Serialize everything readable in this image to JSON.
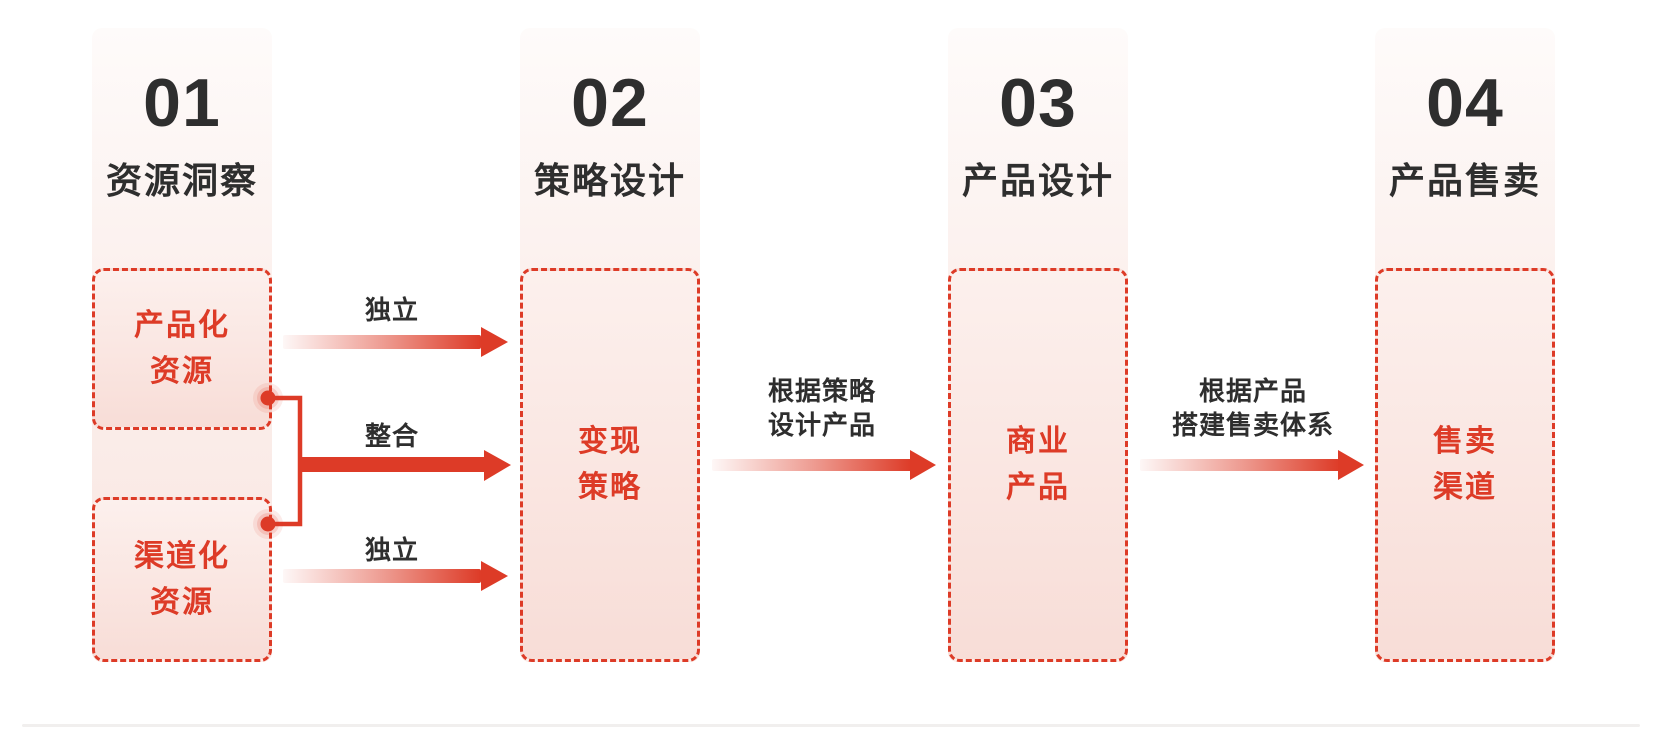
{
  "diagram": {
    "columns": [
      {
        "number": "01",
        "title": "资源洞察"
      },
      {
        "number": "02",
        "title": "策略设计"
      },
      {
        "number": "03",
        "title": "产品设计"
      },
      {
        "number": "04",
        "title": "产品售卖"
      }
    ],
    "boxes": {
      "productized_resource": {
        "line1": "产品化",
        "line2": "资源"
      },
      "channelized_resource": {
        "line1": "渠道化",
        "line2": "资源"
      },
      "monetization_strategy": {
        "line1": "变现",
        "line2": "策略"
      },
      "commercial_product": {
        "line1": "商业",
        "line2": "产品"
      },
      "sales_channel": {
        "line1": "售卖",
        "line2": "渠道"
      }
    },
    "arrow_labels": {
      "independent_top": "独立",
      "merge": "整合",
      "independent_bottom": "独立",
      "strategy_to_product": {
        "line1": "根据策略",
        "line2": "设计产品"
      },
      "product_to_sales": {
        "line1": "根据产品",
        "line2": "搭建售卖体系"
      }
    },
    "colors": {
      "accent_red": "#DD3B27",
      "dark_text": "#2E2E2E",
      "band_top": "#FEFBFA",
      "band_bottom": "#F9E6E1",
      "box_fill_top": "#FCF0ED",
      "box_fill_bottom": "#F8DDD7"
    }
  }
}
